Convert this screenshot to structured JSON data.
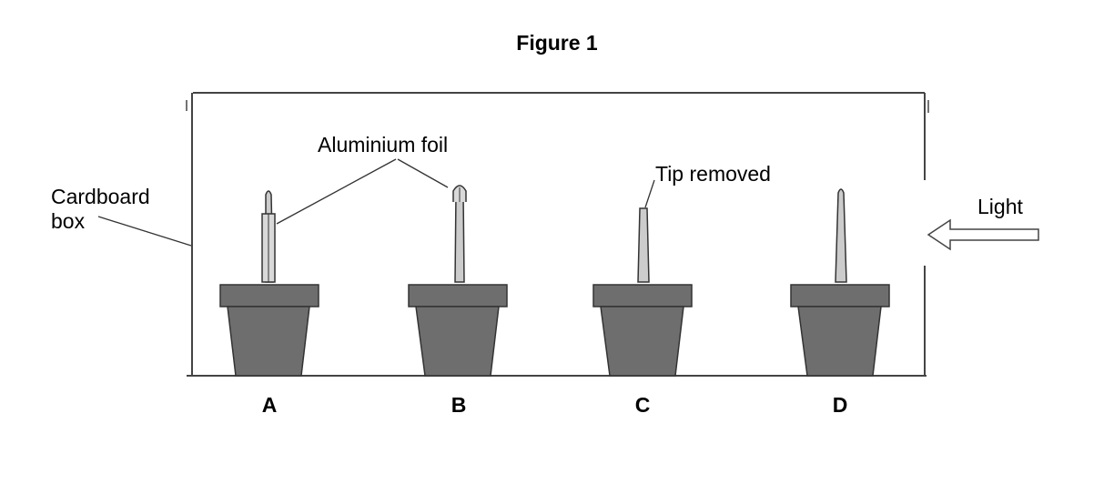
{
  "figure": {
    "title": "Figure 1",
    "labels": {
      "cardboard_line1": "Cardboard",
      "cardboard_line2": "box",
      "aluminium_foil": "Aluminium foil",
      "tip_removed": "Tip removed",
      "light": "Light"
    },
    "pots": [
      {
        "letter": "A"
      },
      {
        "letter": "B"
      },
      {
        "letter": "C"
      },
      {
        "letter": "D"
      }
    ],
    "colors": {
      "pot": "#6e6e6e",
      "shoot": "#cccccc",
      "outline": "#333333"
    }
  }
}
